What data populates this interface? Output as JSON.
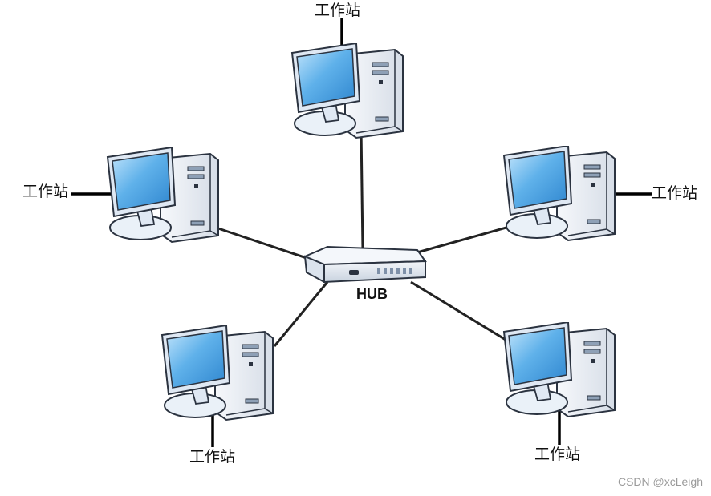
{
  "diagram": {
    "hub_label": "HUB",
    "workstation_label": "工作站",
    "watermark": "CSDN @xcLeigh",
    "colors": {
      "screen": "#3d9ae0",
      "screen_light": "#bfe3fb",
      "bezel": "#dfe8f3",
      "tower": "#eef2f7",
      "edge": "#2b3340",
      "line": "#222222"
    },
    "nodes": [
      {
        "id": "top",
        "label": "工作站"
      },
      {
        "id": "upper-left",
        "label": "工作站"
      },
      {
        "id": "upper-right",
        "label": "工作站"
      },
      {
        "id": "lower-left",
        "label": "工作站"
      },
      {
        "id": "lower-right",
        "label": "工作站"
      }
    ]
  }
}
